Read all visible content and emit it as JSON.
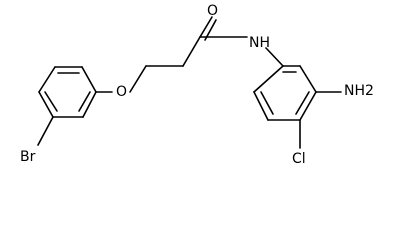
{
  "molecule": {
    "atom_labels": {
      "carbonyl_oxygen": "O",
      "amide_nitrogen": "NH",
      "ether_oxygen": "O",
      "amino_group": "NH2",
      "chlorine": "Cl",
      "bromine": "Br"
    }
  }
}
